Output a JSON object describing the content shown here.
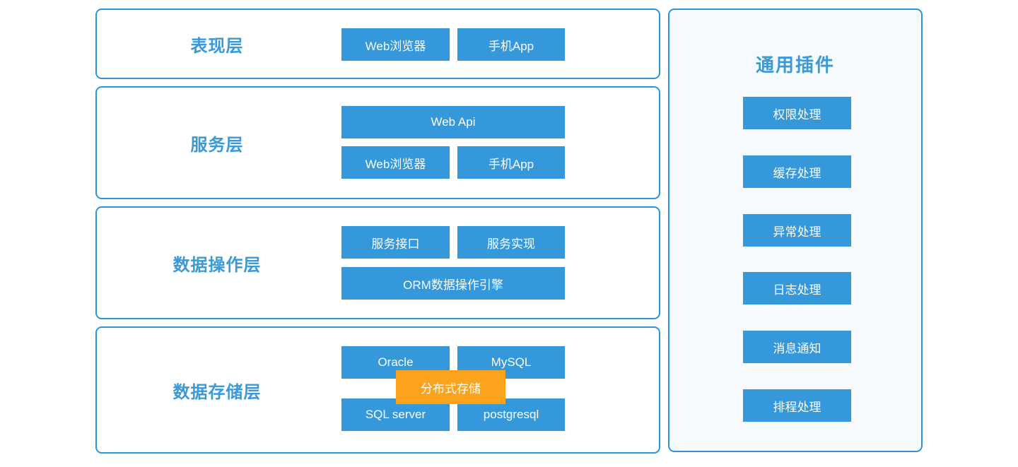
{
  "colors": {
    "block_blue": "#3498db",
    "border_blue": "#2f93d8",
    "label_blue": "#3a9ad8",
    "panel_bg": "#f6fafd",
    "orange": "#fba31c",
    "block_text": "#ffffff"
  },
  "layers": [
    {
      "label": "表现层",
      "buttons": [
        "Web浏览器",
        "手机App"
      ]
    },
    {
      "label": "服务层",
      "buttons": [
        "Web Api",
        "Web浏览器",
        "手机App"
      ]
    },
    {
      "label": "数据操作层",
      "buttons": [
        "服务接口",
        "服务实现",
        "ORM数据操作引擎"
      ]
    },
    {
      "label": "数据存储层",
      "buttons": [
        "Oracle",
        "MySQL",
        "SQL server",
        "postgresql"
      ],
      "overlay": "分布式存储"
    }
  ],
  "plugins_panel": {
    "title": "通用插件",
    "items": [
      "权限处理",
      "缓存处理",
      "异常处理",
      "日志处理",
      "消息通知",
      "排程处理"
    ]
  }
}
